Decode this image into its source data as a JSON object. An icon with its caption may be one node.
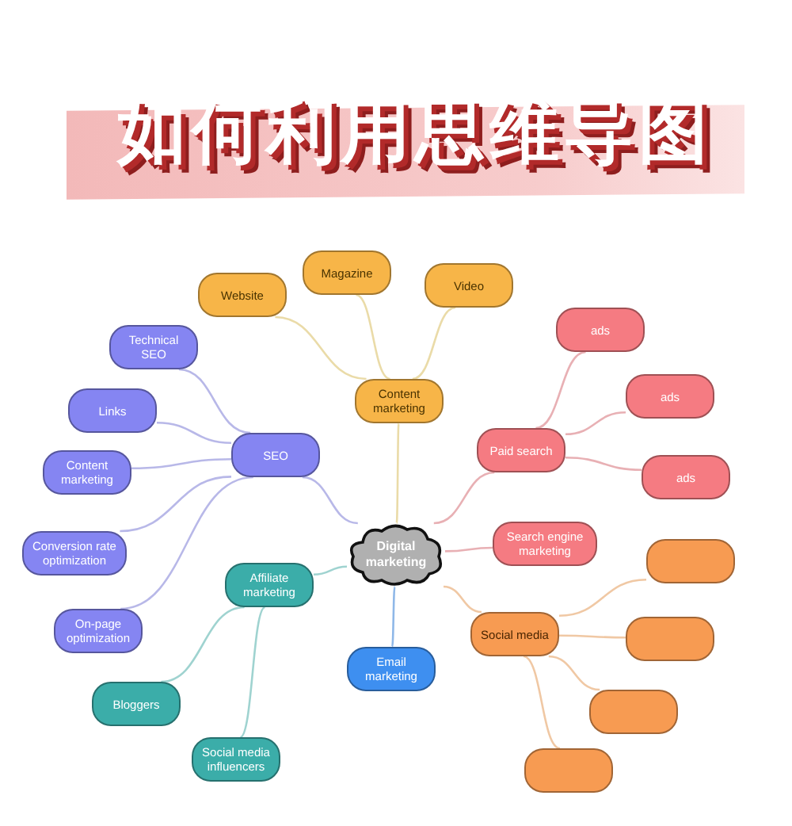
{
  "diagram": {
    "title": "如何利用思维导图",
    "nodes": [
      {
        "text": [
          "Digital marketing"
        ]
      },
      {
        "text": [
          "Content marketing"
        ]
      },
      {
        "text": [
          "Website"
        ]
      },
      {
        "text": [
          "Magazine"
        ]
      },
      {
        "text": [
          "Video"
        ]
      },
      {
        "text": [
          "SEO"
        ]
      },
      {
        "text": [
          "Technical SEO"
        ]
      },
      {
        "text": [
          "Links"
        ]
      },
      {
        "text": [
          "Content marketing"
        ]
      },
      {
        "text": [
          "Conversion rate optimization"
        ]
      },
      {
        "text": [
          "On-page optimization"
        ]
      },
      {
        "text": [
          "Affiliate marketing"
        ]
      },
      {
        "text": [
          "Bloggers"
        ]
      },
      {
        "text": [
          "Social media influencers"
        ]
      },
      {
        "text": [
          "Email marketing"
        ]
      },
      {
        "text": [
          "Paid search"
        ]
      },
      {
        "text": [
          "ads"
        ]
      },
      {
        "text": [
          "ads"
        ]
      },
      {
        "text": [
          "ads"
        ]
      },
      {
        "text": [
          "Search engine marketing"
        ]
      },
      {
        "text": [
          "Social media"
        ]
      },
      {
        "text": [],
        "shape": "box"
      },
      {
        "text": [],
        "shape": "box"
      },
      {
        "text": [],
        "shape": "box"
      },
      {
        "text": [],
        "shape": "box"
      }
    ],
    "edges": [
      {
        "from": 0,
        "to": 1,
        "arrow": "none",
        "color": "#eadba8"
      },
      {
        "from": 1,
        "to": 2,
        "arrow": "none",
        "color": "#eadba8"
      },
      {
        "from": 1,
        "to": 3,
        "arrow": "none",
        "color": "#eadba8"
      },
      {
        "from": 1,
        "to": 4,
        "arrow": "none",
        "color": "#eadba8"
      },
      {
        "from": 0,
        "to": 5,
        "arrow": "none",
        "color": "#b8b8e8"
      },
      {
        "from": 5,
        "to": 6,
        "arrow": "none",
        "color": "#b8b8e8"
      },
      {
        "from": 5,
        "to": 7,
        "arrow": "none",
        "color": "#b8b8e8"
      },
      {
        "from": 5,
        "to": 8,
        "arrow": "none",
        "color": "#b8b8e8"
      },
      {
        "from": 5,
        "to": 9,
        "arrow": "none",
        "color": "#b8b8e8"
      },
      {
        "from": 5,
        "to": 10,
        "arrow": "none",
        "color": "#b8b8e8"
      },
      {
        "from": 0,
        "to": 11,
        "arrow": "none",
        "color": "#9fd3d0"
      },
      {
        "from": 11,
        "to": 12,
        "arrow": "none",
        "color": "#9fd3d0"
      },
      {
        "from": 11,
        "to": 13,
        "arrow": "none",
        "color": "#9fd3d0"
      },
      {
        "from": 0,
        "to": 14,
        "arrow": "none",
        "color": "#8fb8e8"
      },
      {
        "from": 0,
        "to": 15,
        "arrow": "none",
        "color": "#e8b0b4"
      },
      {
        "from": 15,
        "to": 16,
        "arrow": "none",
        "color": "#e8b0b4"
      },
      {
        "from": 15,
        "to": 17,
        "arrow": "none",
        "color": "#e8b0b4"
      },
      {
        "from": 15,
        "to": 18,
        "arrow": "none",
        "color": "#e8b0b4"
      },
      {
        "from": 0,
        "to": 19,
        "arrow": "none",
        "color": "#e8b0b4"
      },
      {
        "from": 0,
        "to": 20,
        "arrow": "none",
        "color": "#f0c8a4"
      },
      {
        "from": 20,
        "to": 21,
        "arrow": "none",
        "color": "#f0c8a4"
      },
      {
        "from": 20,
        "to": 22,
        "arrow": "none",
        "color": "#f0c8a4"
      },
      {
        "from": 20,
        "to": 23,
        "arrow": "none",
        "color": "#f0c8a4"
      },
      {
        "from": 20,
        "to": 24,
        "arrow": "none",
        "color": "#f0c8a4"
      }
    ]
  }
}
